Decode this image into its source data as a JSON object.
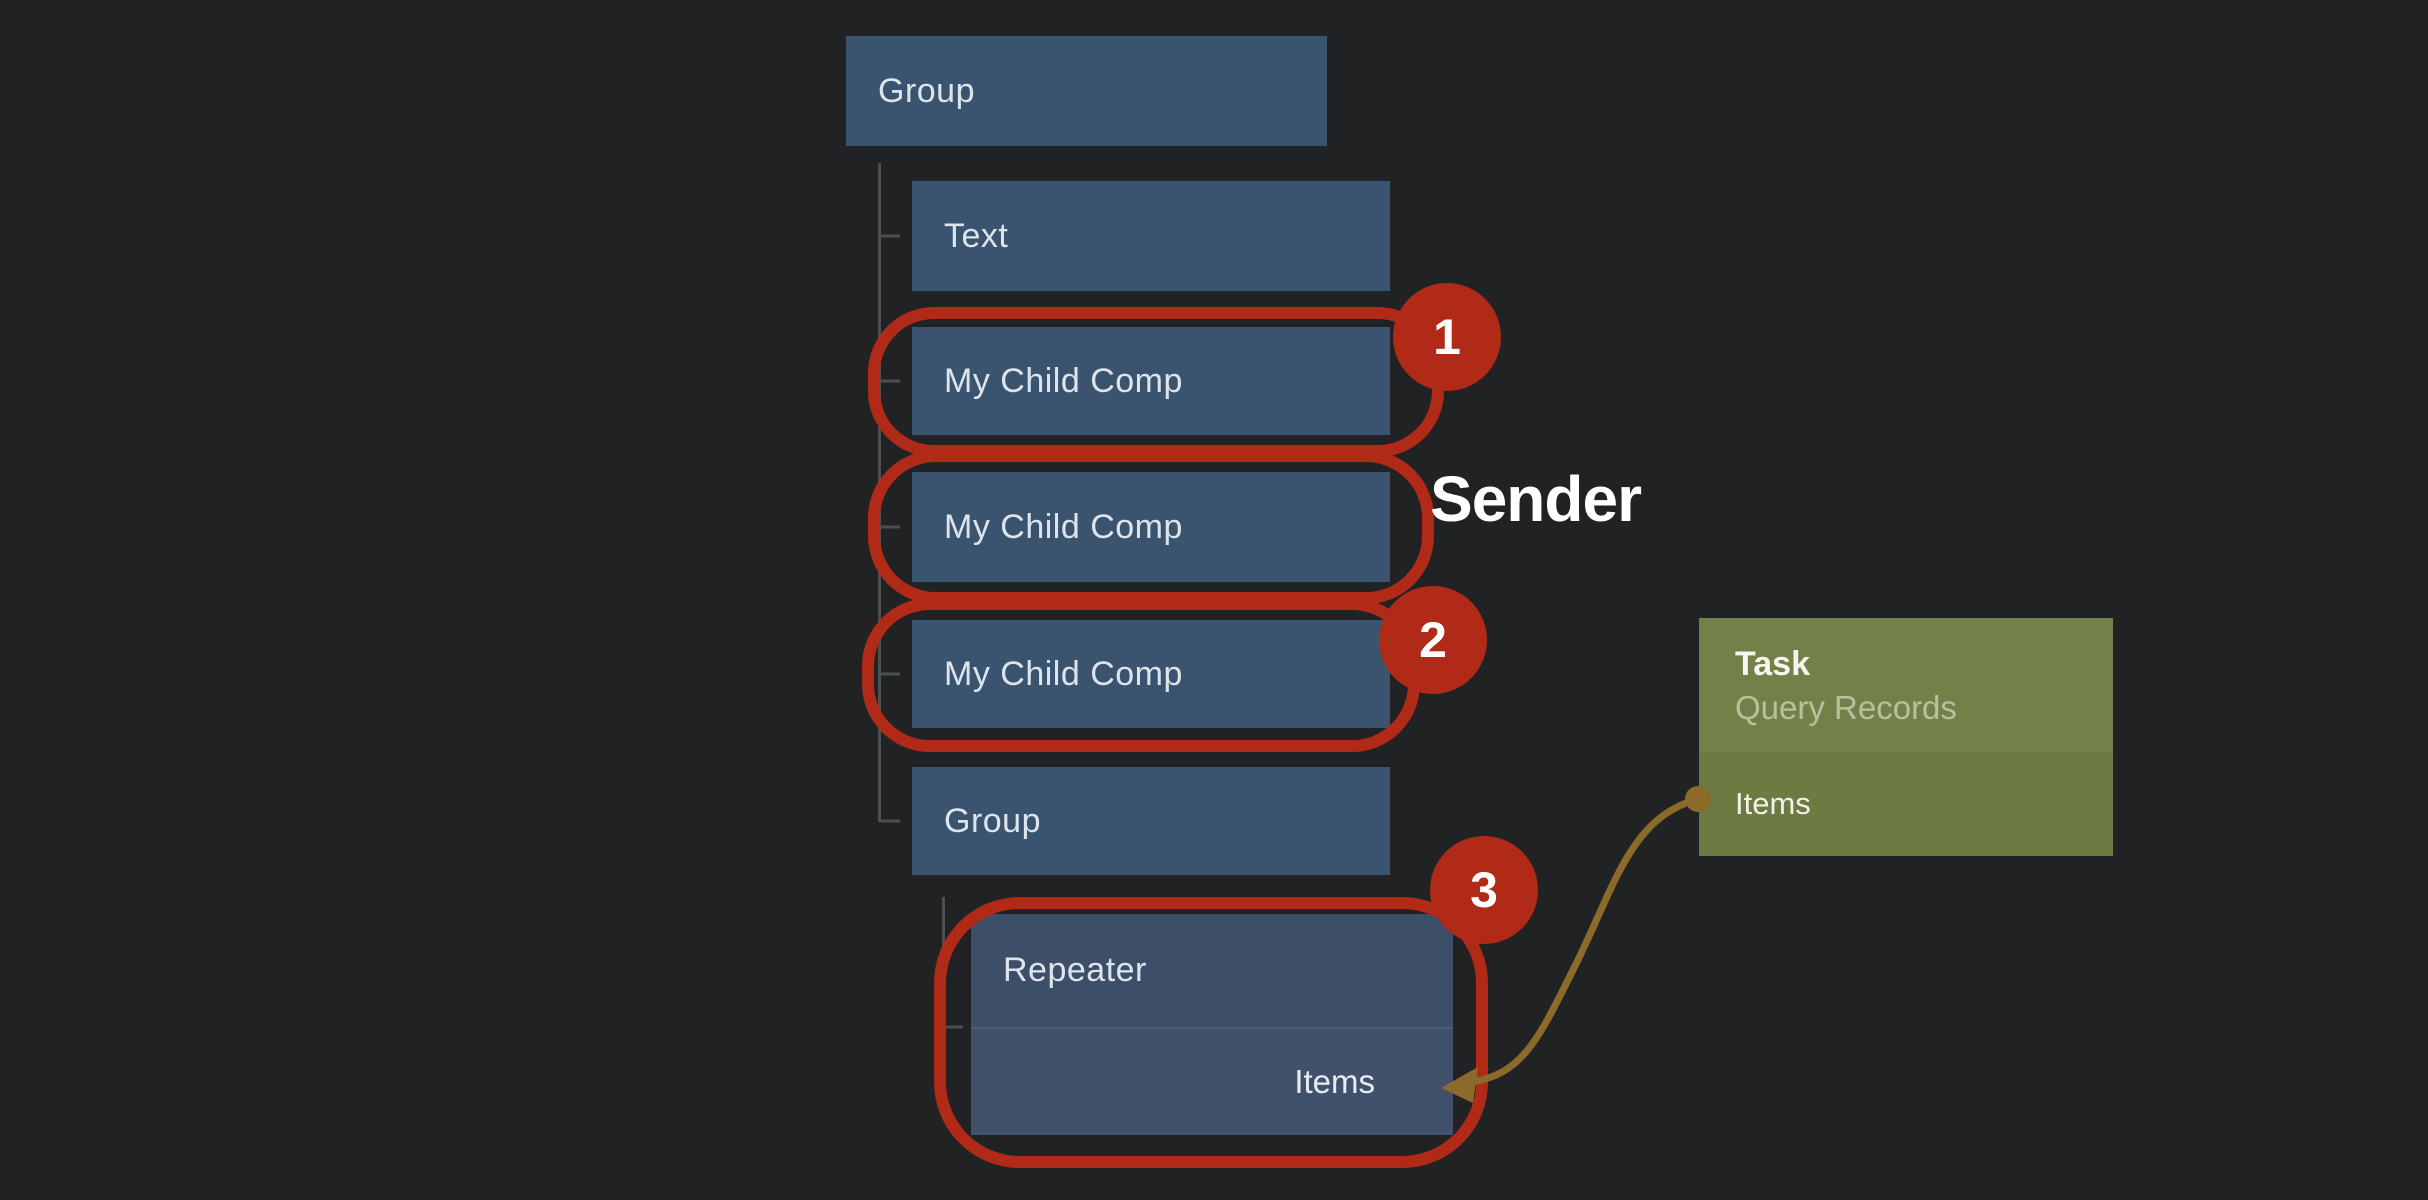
{
  "colors": {
    "bg": "#212223",
    "node_blue": "#3A546F",
    "node_text": "#DDE4EC",
    "repeater_header": "#3D4E69",
    "repeater_body": "#41516C",
    "task_header": "#738148",
    "task_body": "#6D7B42",
    "task_subtitle": "#B7C29D",
    "ring_red": "#B12A18",
    "tree_line": "#4C4E50",
    "flow_olive": "#8C6A29"
  },
  "tree": {
    "root": {
      "label": "Group"
    },
    "children": [
      {
        "label": "Text"
      },
      {
        "label": "My Child Comp"
      },
      {
        "label": "My Child Comp"
      },
      {
        "label": "My Child Comp"
      },
      {
        "label": "Group"
      }
    ],
    "repeater": {
      "label": "Repeater",
      "items_label": "Items"
    }
  },
  "task_card": {
    "title": "Task",
    "subtitle": "Query Records",
    "items_label": "Items"
  },
  "annotations": {
    "sender_label": "Sender",
    "badges": [
      {
        "number": "1"
      },
      {
        "number": "2"
      },
      {
        "number": "3"
      }
    ]
  }
}
